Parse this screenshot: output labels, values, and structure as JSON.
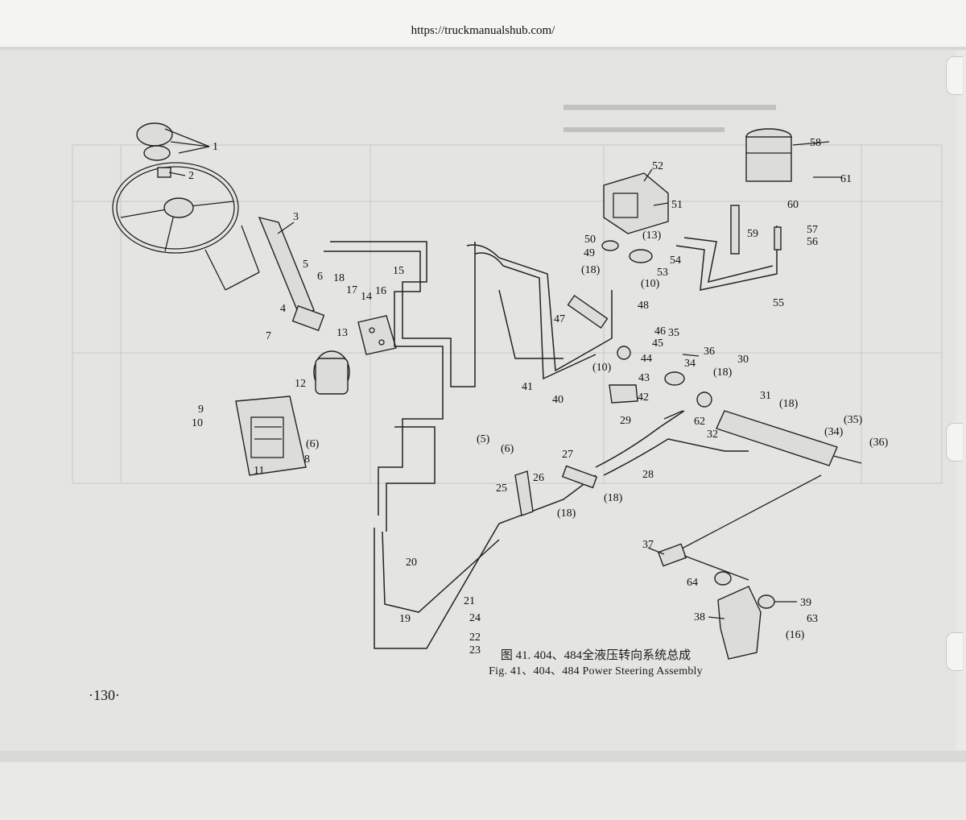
{
  "header": {
    "url": "https://truckmanualshub.com/"
  },
  "caption": {
    "chinese": "图 41. 404、484全液压转向系统总成",
    "english": "Fig. 41、404、484 Power Steering Assembly"
  },
  "page_number": "·130·",
  "colors": {
    "paper": "#e4e4e1",
    "ink": "#1c1c1c",
    "ghost": "#bdbdb9"
  },
  "callouts": [
    {
      "id": "c1",
      "text": "1"
    },
    {
      "id": "c2",
      "text": "2"
    },
    {
      "id": "c3",
      "text": "3"
    },
    {
      "id": "c4",
      "text": "4"
    },
    {
      "id": "c5",
      "text": "5"
    },
    {
      "id": "c6",
      "text": "6"
    },
    {
      "id": "c7",
      "text": "7"
    },
    {
      "id": "c8",
      "text": "8"
    },
    {
      "id": "c9",
      "text": "9"
    },
    {
      "id": "c10",
      "text": "10"
    },
    {
      "id": "c6b",
      "text": "(6)"
    },
    {
      "id": "c11",
      "text": "11"
    },
    {
      "id": "c12",
      "text": "12"
    },
    {
      "id": "c13",
      "text": "13"
    },
    {
      "id": "c14",
      "text": "14"
    },
    {
      "id": "c15",
      "text": "15"
    },
    {
      "id": "c16",
      "text": "16"
    },
    {
      "id": "c17",
      "text": "17"
    },
    {
      "id": "c18",
      "text": "18"
    },
    {
      "id": "c19",
      "text": "19"
    },
    {
      "id": "c20",
      "text": "20"
    },
    {
      "id": "c21",
      "text": "21"
    },
    {
      "id": "c22",
      "text": "22"
    },
    {
      "id": "c23",
      "text": "23"
    },
    {
      "id": "c24",
      "text": "24"
    },
    {
      "id": "c25",
      "text": "25"
    },
    {
      "id": "c26",
      "text": "26"
    },
    {
      "id": "c27",
      "text": "27"
    },
    {
      "id": "c28",
      "text": "28"
    },
    {
      "id": "c29",
      "text": "29"
    },
    {
      "id": "c30",
      "text": "30"
    },
    {
      "id": "c31",
      "text": "31"
    },
    {
      "id": "c32",
      "text": "32"
    },
    {
      "id": "c34",
      "text": "34"
    },
    {
      "id": "c35",
      "text": "35"
    },
    {
      "id": "c36",
      "text": "36"
    },
    {
      "id": "c37",
      "text": "37"
    },
    {
      "id": "c38",
      "text": "38"
    },
    {
      "id": "c39",
      "text": "39"
    },
    {
      "id": "c40",
      "text": "40"
    },
    {
      "id": "c41",
      "text": "41"
    },
    {
      "id": "c42",
      "text": "42"
    },
    {
      "id": "c43",
      "text": "43"
    },
    {
      "id": "c44",
      "text": "44"
    },
    {
      "id": "c45",
      "text": "45"
    },
    {
      "id": "c46",
      "text": "46"
    },
    {
      "id": "c47",
      "text": "47"
    },
    {
      "id": "c48",
      "text": "48"
    },
    {
      "id": "c49",
      "text": "49"
    },
    {
      "id": "c50",
      "text": "50"
    },
    {
      "id": "c51",
      "text": "51"
    },
    {
      "id": "c52",
      "text": "52"
    },
    {
      "id": "c53",
      "text": "53"
    },
    {
      "id": "c54",
      "text": "54"
    },
    {
      "id": "c55",
      "text": "55"
    },
    {
      "id": "c56",
      "text": "56"
    },
    {
      "id": "c57",
      "text": "57"
    },
    {
      "id": "c58",
      "text": "58"
    },
    {
      "id": "c59",
      "text": "59"
    },
    {
      "id": "c60",
      "text": "60"
    },
    {
      "id": "c61",
      "text": "61"
    },
    {
      "id": "c62",
      "text": "62"
    },
    {
      "id": "c63",
      "text": "63"
    },
    {
      "id": "c64",
      "text": "64"
    },
    {
      "id": "c13b",
      "text": "(13)"
    },
    {
      "id": "c18a",
      "text": "(18)"
    },
    {
      "id": "c10a",
      "text": "(10)"
    },
    {
      "id": "c10b",
      "text": "(10)"
    },
    {
      "id": "c18b",
      "text": "(18)"
    },
    {
      "id": "c18c",
      "text": "(18)"
    },
    {
      "id": "c35b",
      "text": "(35)"
    },
    {
      "id": "c34b",
      "text": "(34)"
    },
    {
      "id": "c36b",
      "text": "(36)"
    },
    {
      "id": "c5b",
      "text": "(5)"
    },
    {
      "id": "c6c",
      "text": "(6)"
    },
    {
      "id": "c18d",
      "text": "(18)"
    },
    {
      "id": "c18e",
      "text": "(18)"
    },
    {
      "id": "c16b",
      "text": "(16)"
    }
  ]
}
